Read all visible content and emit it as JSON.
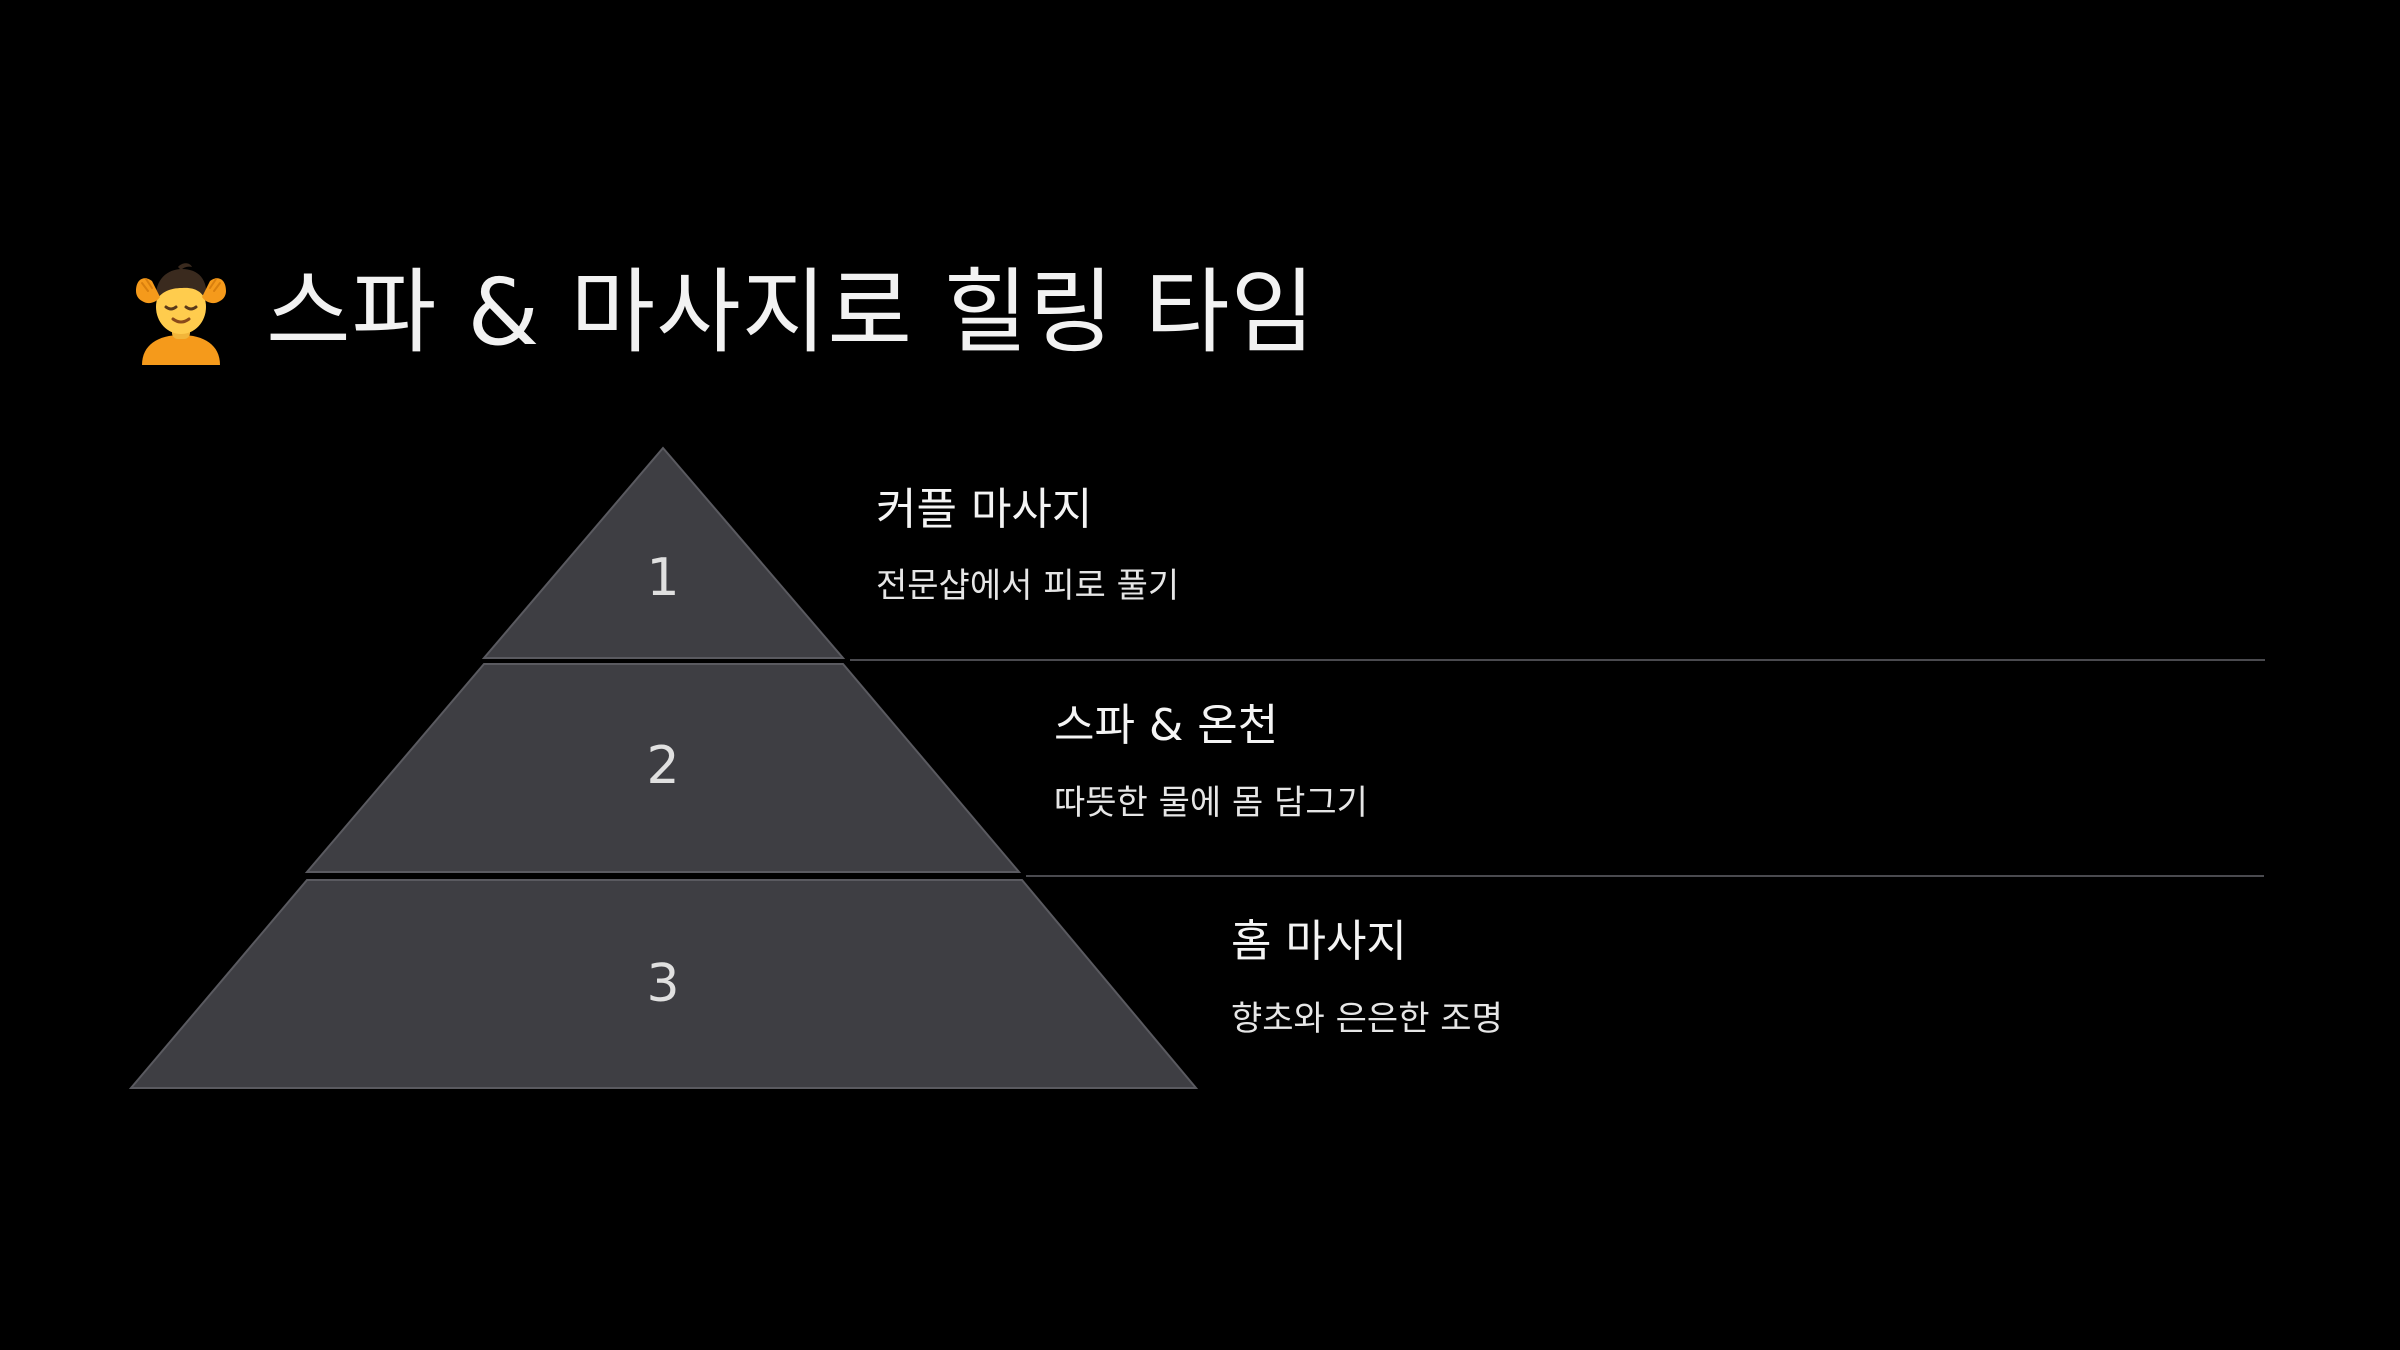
{
  "slide": {
    "title": "스파 & 마사지로 힐링 타임",
    "title_icon": "person-getting-massage-icon"
  },
  "pyramid": {
    "fill_color": "#3e3e43",
    "stroke_color": "#5a5a60",
    "tiers": [
      {
        "number": "1",
        "title": "커플 마사지",
        "description": "전문샵에서 피로 풀기"
      },
      {
        "number": "2",
        "title": "스파 & 온천",
        "description": "따뜻한 물에 몸 담그기"
      },
      {
        "number": "3",
        "title": "홈 마사지",
        "description": "향초와 은은한 조명"
      }
    ]
  }
}
